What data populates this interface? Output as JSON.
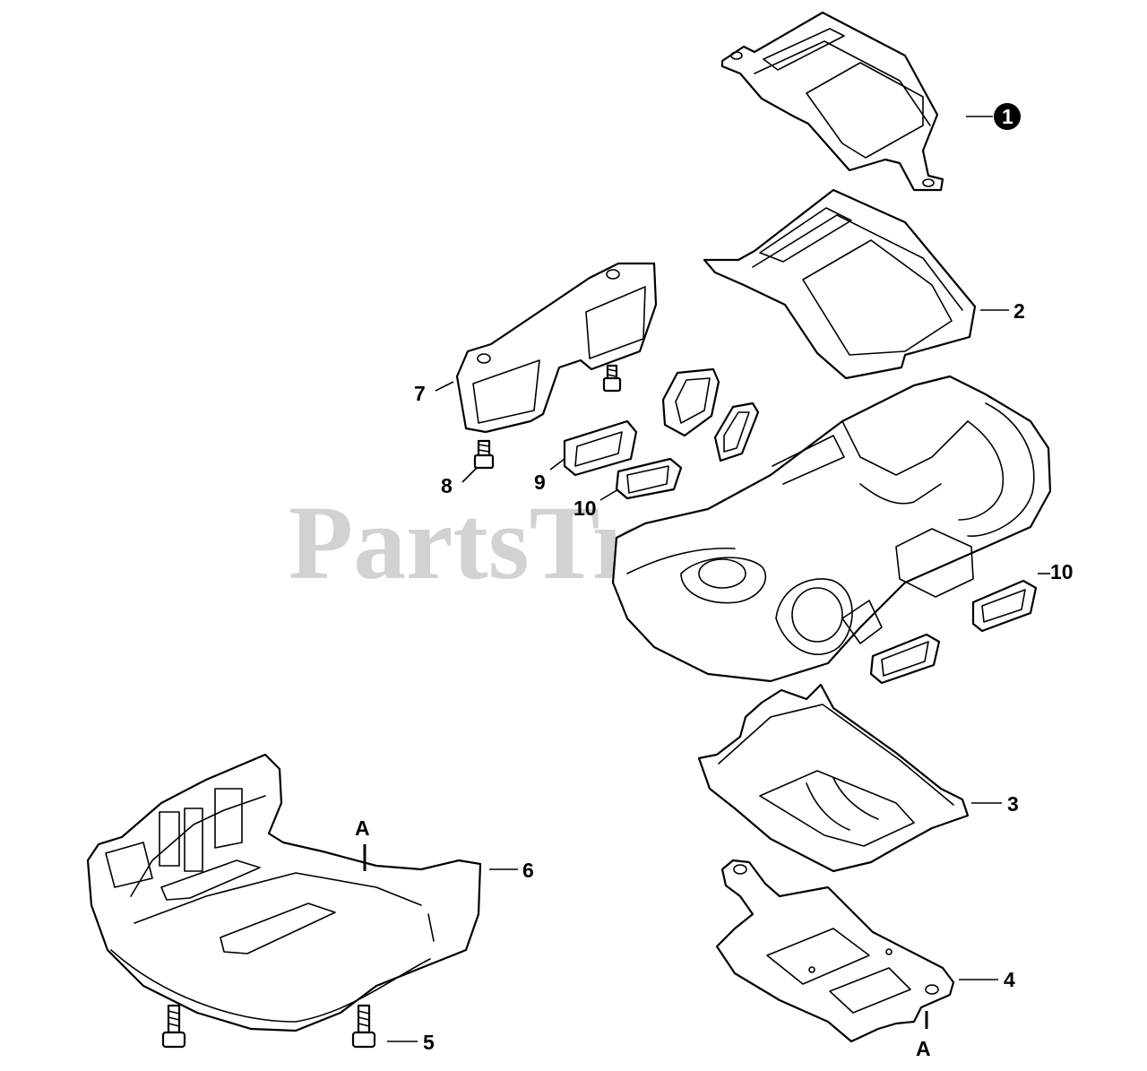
{
  "watermark": {
    "text": "PartsTree",
    "trademark": "™"
  },
  "callouts": {
    "c1": "1",
    "c2": "2",
    "c3": "3",
    "c4": "4",
    "c5": "5",
    "c6": "6",
    "c7": "7",
    "c8": "8",
    "c9": "9",
    "c10a": "10",
    "c10b": "10",
    "markerA1": "A",
    "markerA2": "A"
  }
}
